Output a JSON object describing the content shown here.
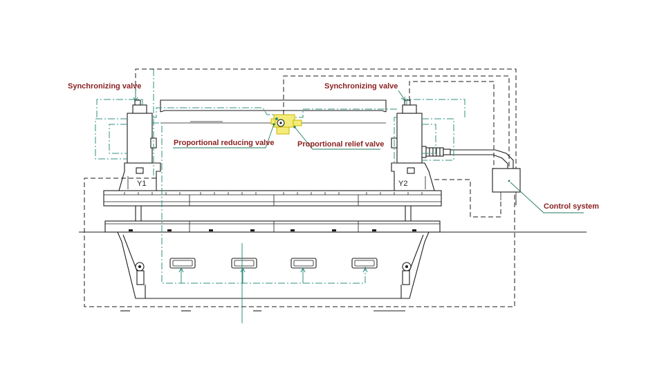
{
  "labels": {
    "sync_valve_left": "Synchronizing valve",
    "sync_valve_right": "Synchronizing valve",
    "prop_reducing_valve": "Proportional reducing valve",
    "prop_relief_valve": "Proportional relief valve",
    "control_system": "Control system",
    "cylinder_left": "Y1",
    "cylinder_right": "Y2"
  },
  "colors": {
    "label_text": "#8a1f1f",
    "leader_line": "#1f7a5c",
    "hydraulic_line": "#2e8f7f",
    "valve_highlight": "#f3ec7a",
    "drawing_line": "#1a1a1a"
  }
}
